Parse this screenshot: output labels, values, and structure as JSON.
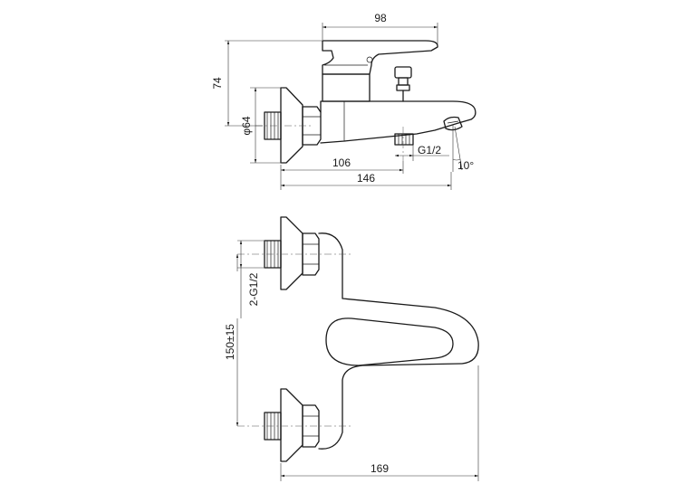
{
  "diagram": {
    "side_view": {
      "dim_width_top": "98",
      "dim_height": "74",
      "dim_diameter": "φ64",
      "dim_thread": "G1/2",
      "dim_angle": "10°",
      "dim_inner": "106",
      "dim_overall": "146"
    },
    "top_view": {
      "dim_thread_pair": "2-G1/2",
      "dim_spacing": "150±15",
      "dim_overall": "169"
    }
  }
}
